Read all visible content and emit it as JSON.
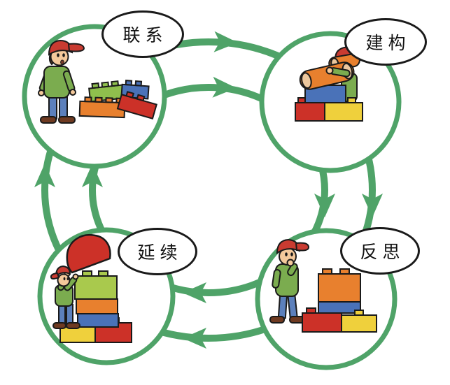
{
  "diagram": {
    "type": "cycle",
    "direction": "clockwise",
    "ring_count": 2,
    "arrowheads_per_segment": 2,
    "stages": [
      {
        "label": "联系",
        "position": "top-left",
        "icon": "child-looking-at-scattered-bricks"
      },
      {
        "label": "建构",
        "position": "top-right",
        "icon": "child-stacking-brick-tower"
      },
      {
        "label": "反思",
        "position": "bottom-right",
        "icon": "child-thinking-beside-brick-tower"
      },
      {
        "label": "延续",
        "position": "bottom-left",
        "icon": "child-lifting-roof-piece-onto-tower"
      }
    ],
    "colors": {
      "cycle_green": "#4FA368",
      "bubble_border": "#1a1a1a",
      "brick_red": "#CC3128",
      "brick_orange": "#E8802E",
      "brick_blue": "#4A72B8",
      "brick_yellow": "#EFD03C",
      "brick_green": "#A9C94D",
      "pile_green": "#8FBF4D",
      "cap_red": "#C93B31",
      "sweater_green": "#7BAC4F",
      "jeans_blue": "#5C80BC",
      "skin": "#F4C99B",
      "shoe_brown": "#6F3A21",
      "outline": "#1a1a1a"
    }
  }
}
